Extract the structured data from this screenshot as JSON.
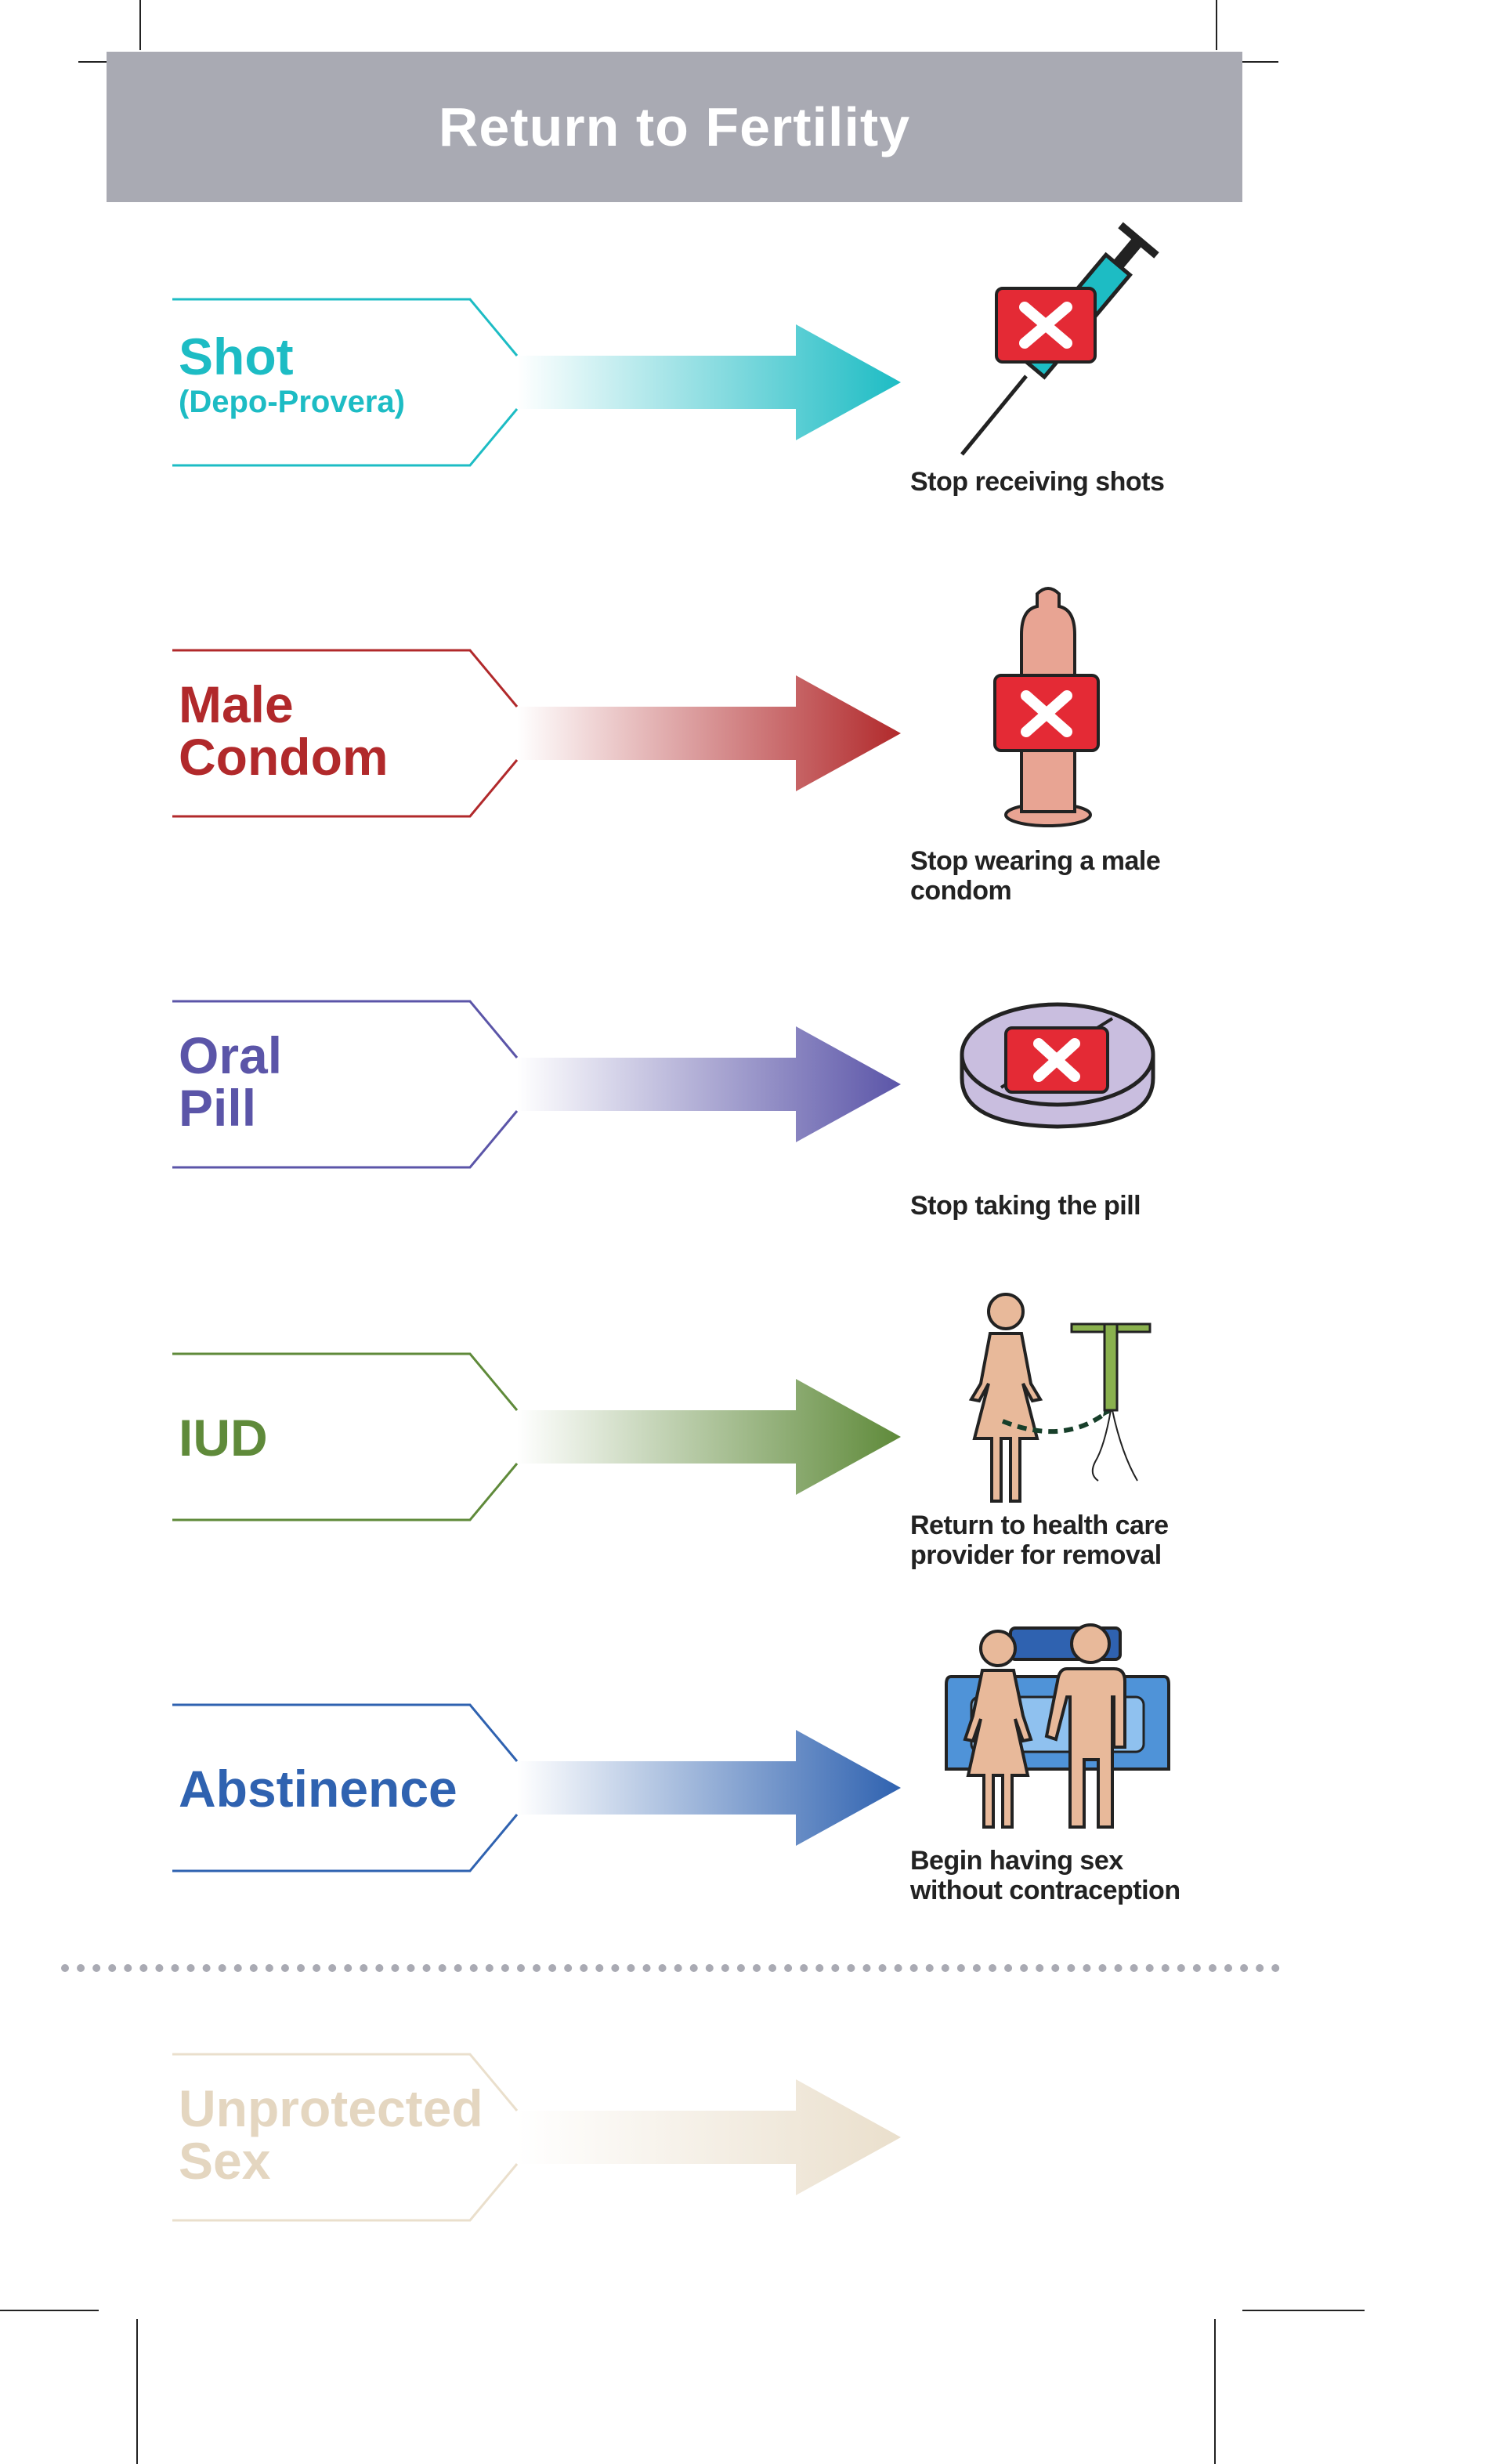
{
  "title": "Return to Fertility",
  "colors": {
    "shot": "#1dbcc4",
    "condom": "#b1292b",
    "pill": "#5b55a8",
    "iud": "#5f8a3a",
    "abstinence": "#2f62b0",
    "unprotected": "#eadfcc",
    "title_bg": "#a9aab3",
    "x_badge": "#e42a35"
  },
  "methods": [
    {
      "name": "Shot",
      "sub": "(Depo-Provera)",
      "icon": "syringe-icon",
      "caption": "Stop receiving shots"
    },
    {
      "name_line1": "Male",
      "name_line2": "Condom",
      "icon": "condom-icon",
      "caption_line1": "Stop wearing a male",
      "caption_line2": "condom"
    },
    {
      "name_line1": "Oral",
      "name_line2": "Pill",
      "icon": "pill-icon",
      "caption": "Stop taking the pill"
    },
    {
      "name": "IUD",
      "icon": "iud-icon",
      "caption_line1": "Return to health care",
      "caption_line2": "provider for removal"
    },
    {
      "name": "Abstinence",
      "icon": "couple-bed-icon",
      "caption_line1": "Begin having sex",
      "caption_line2": "without contraception"
    },
    {
      "name_line1": "Unprotected",
      "name_line2": "Sex"
    }
  ]
}
